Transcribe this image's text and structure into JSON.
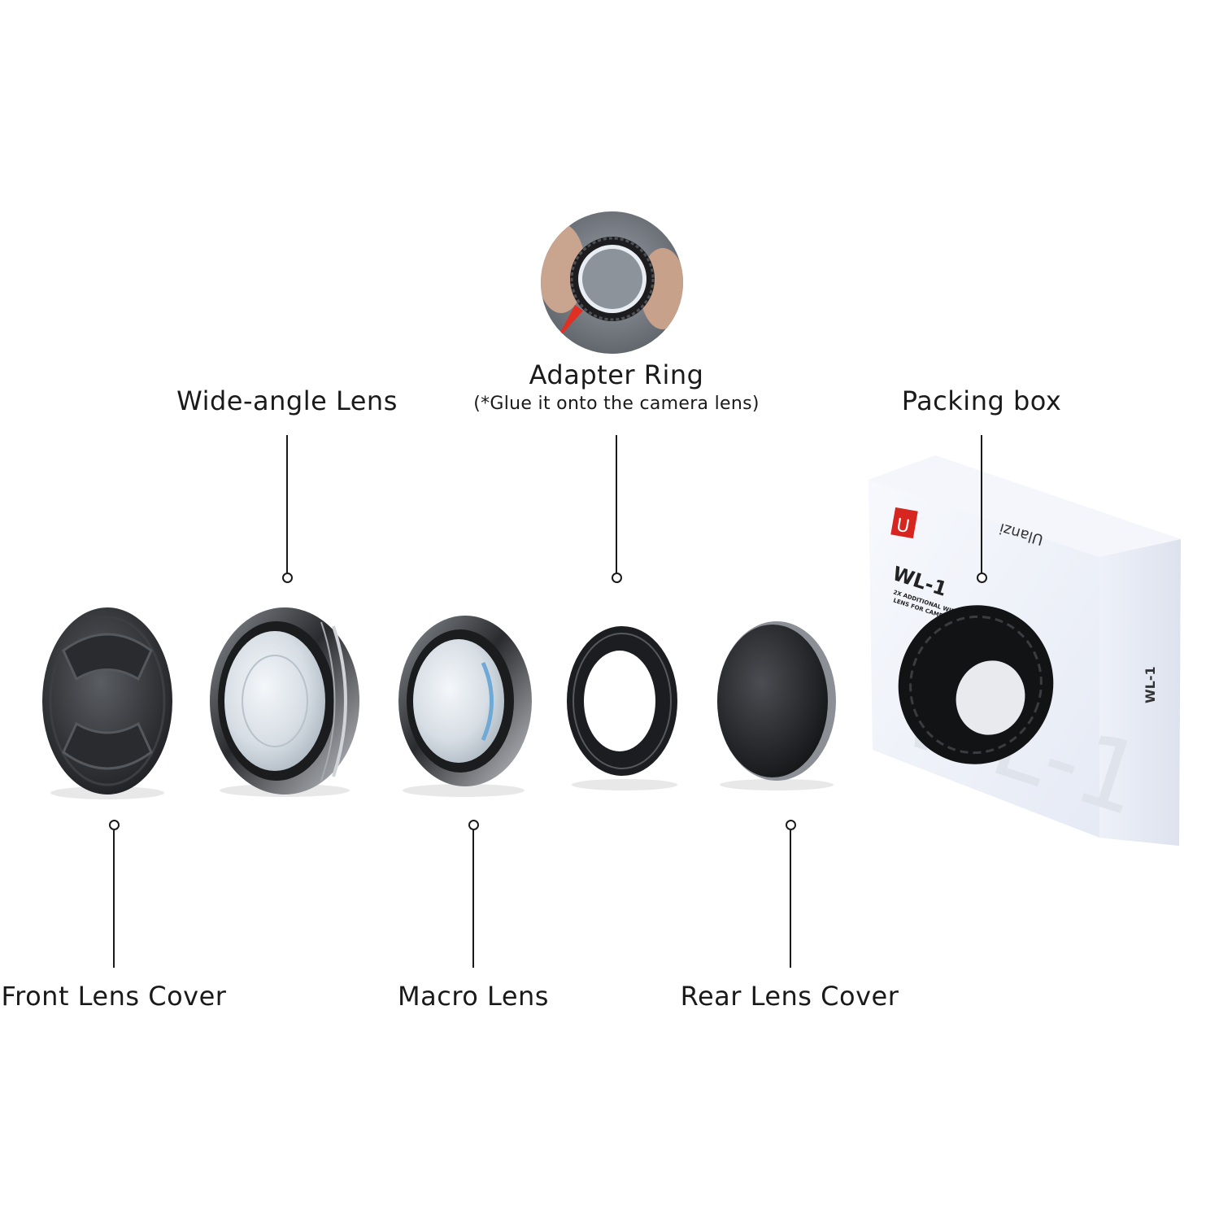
{
  "labels": {
    "adapter_ring": "Adapter Ring",
    "adapter_note": "(*Glue it onto the camera lens)",
    "wide_angle_lens": "Wide-angle Lens",
    "packing_box": "Packing box",
    "front_lens_cover": "Front Lens Cover",
    "macro_lens": "Macro Lens",
    "rear_lens_cover": "Rear Lens Cover"
  },
  "box_print": {
    "brand": "Ulanzi",
    "logo": "U",
    "model": "WL-1",
    "tagline_1": "2X ADDITIONAL WIDE-ANGLE",
    "tagline_2": "LENS FOR CAMERAS",
    "side_model": "WL-1",
    "watermark": "WL-1"
  },
  "colors": {
    "brand_red": "#d6261f",
    "text": "#1a1a1a",
    "background": "#ffffff"
  }
}
